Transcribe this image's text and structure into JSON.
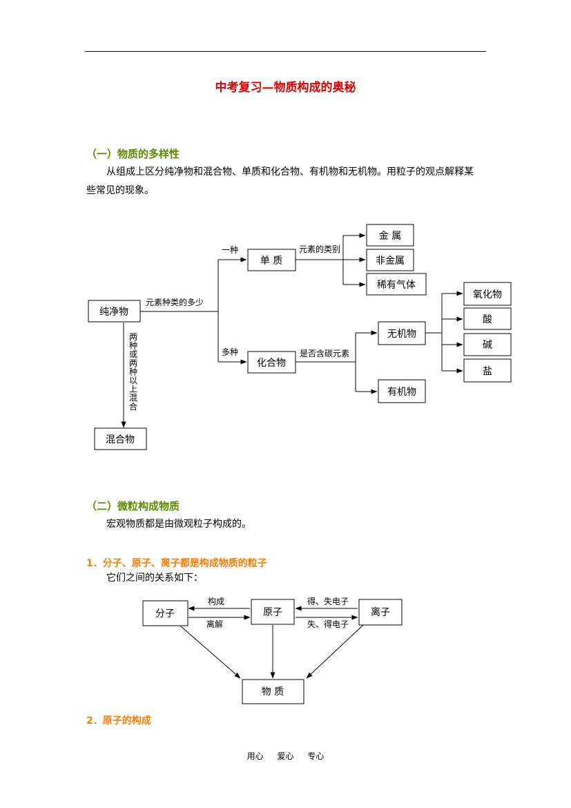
{
  "document": {
    "title": "中考复习—物质构成的奥秘",
    "section1": {
      "heading": "（一）物质的多样性",
      "para_line1": "从组成上区分纯净物和混合物、单质和化合物、有机物和无机物。用粒子的观点解释某",
      "para_line2": "些常见的现象。"
    },
    "diagram1": {
      "pure": "纯净物",
      "mixture": "混合物",
      "element": "单 质",
      "compound": "化合物",
      "metal": "金 属",
      "nonmetal": "非金属",
      "noble_gas": "稀有气体",
      "inorganic": "无机物",
      "organic": "有机物",
      "oxide": "氧化物",
      "acid": "酸",
      "base": "碱",
      "salt": "盐",
      "label_kinds": "元素种类的多少",
      "label_one": "一种",
      "label_many": "多种",
      "label_element_type": "元素的类别",
      "label_carbon": "是否含碳元素",
      "label_vertical": "两种或两种以上混合"
    },
    "section2": {
      "heading": "（二）微粒构成物质",
      "para": "宏观物质都是由微观粒子构成的。",
      "sub1": "1．分子、原子、离子都是构成物质的粒子",
      "sub1_para": "它们之间的关系如下：",
      "sub2": "2．原子的构成"
    },
    "diagram2": {
      "molecule": "分子",
      "atom": "原子",
      "ion": "离子",
      "matter": "物 质",
      "label_form": "构成",
      "label_dissociate": "离解",
      "label_gain_lose": "得、失电子",
      "label_lose_gain": "失、得电子"
    },
    "footer": [
      "用心",
      "爱心",
      "专心"
    ]
  }
}
